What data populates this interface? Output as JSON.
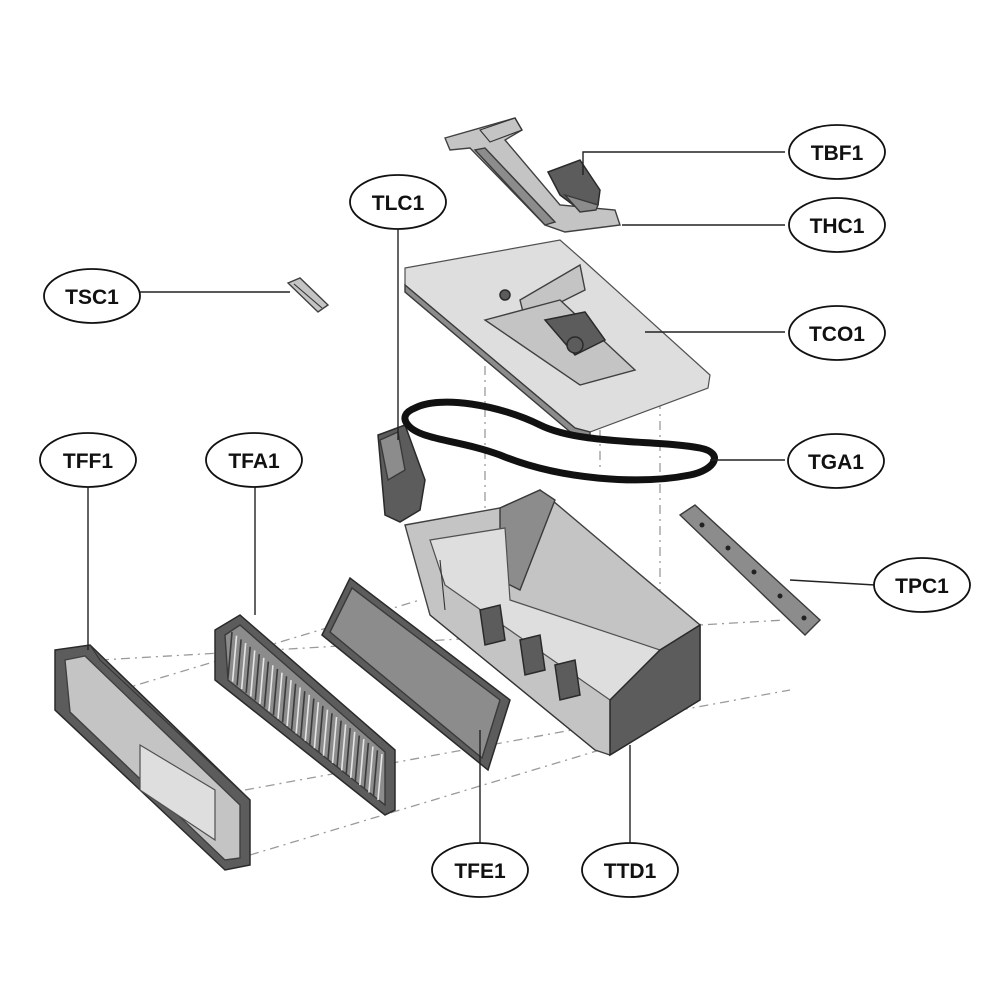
{
  "callouts": [
    {
      "id": "tbf1",
      "label": "TBF1"
    },
    {
      "id": "thc1",
      "label": "THC1"
    },
    {
      "id": "tlc1",
      "label": "TLC1"
    },
    {
      "id": "tsc1",
      "label": "TSC1"
    },
    {
      "id": "tco1",
      "label": "TCO1"
    },
    {
      "id": "tff1",
      "label": "TFF1"
    },
    {
      "id": "tfa1",
      "label": "TFA1"
    },
    {
      "id": "tga1",
      "label": "TGA1"
    },
    {
      "id": "tpc1",
      "label": "TPC1"
    },
    {
      "id": "tfe1",
      "label": "TFE1"
    },
    {
      "id": "ttd1",
      "label": "TTD1"
    }
  ],
  "colors": {
    "ink": "#111111",
    "part_dark": "#5c5c5c",
    "part_light": "#c4c4c4",
    "background": "#ffffff"
  }
}
